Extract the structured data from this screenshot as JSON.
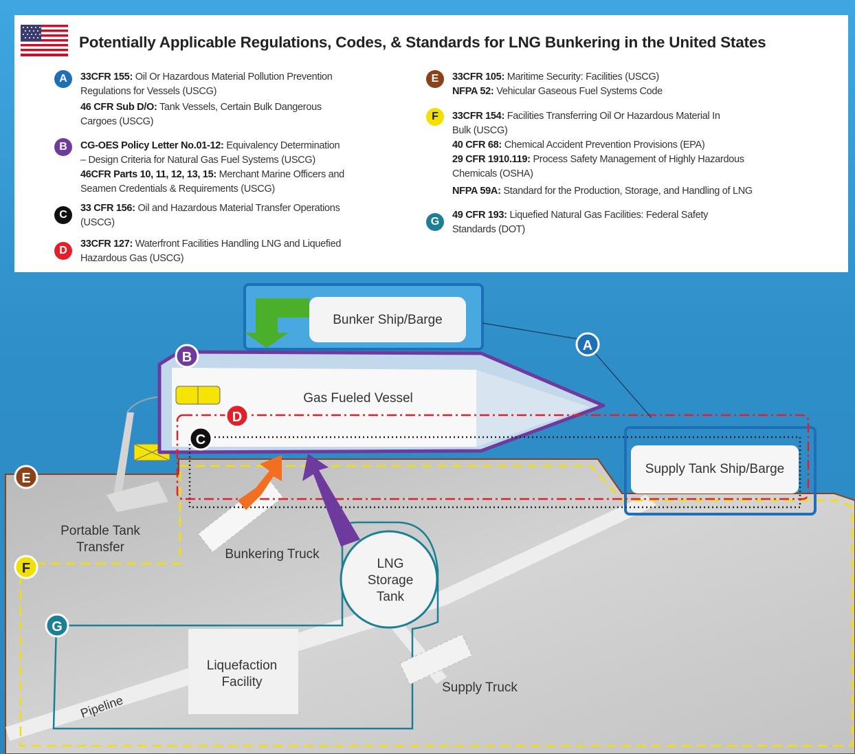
{
  "title": "Potentially Applicable Regulations, Codes, & Standards for LNG Bunkering in the United States",
  "colors": {
    "A": "#1f6fb8",
    "B": "#6f3a9e",
    "C": "#111111",
    "D": "#e3202a",
    "E": "#8b4219",
    "F": "#f1e000",
    "G": "#1b7f96",
    "water": "#3a9ed9",
    "land": "#c9c9c9",
    "orange_arrow": "#f26f21",
    "green_arrow": "#4caf2a"
  },
  "icons": {
    "flag": "us-flag-icon"
  },
  "legend_left": [
    {
      "badge": "A",
      "entries": [
        {
          "code": "33CFR 155:",
          "text": "Oil Or Hazardous Material Pollution Prevention",
          "cont": "Regulations for Vessels (USCG)"
        },
        {
          "code": "46 CFR Sub D/O:",
          "text": "Tank Vessels, Certain Bulk Dangerous",
          "cont": "Cargoes (USCG)"
        }
      ]
    },
    {
      "badge": "B",
      "entries": [
        {
          "code": "CG-OES Policy Letter No.01-12:",
          "text": "Equivalency Determination",
          "cont": "– Design Criteria for Natural Gas Fuel Systems (USCG)"
        },
        {
          "code": "46CFR Parts 10, 11, 12, 13, 15:",
          "text": "Merchant Marine Officers and",
          "cont": "Seamen Credentials & Requirements (USCG)"
        }
      ]
    },
    {
      "badge": "C",
      "entries": [
        {
          "code": "33 CFR 156:",
          "text": "Oil and Hazardous Material Transfer Operations",
          "cont": "(USCG)"
        }
      ]
    },
    {
      "badge": "D",
      "entries": [
        {
          "code": "33CFR 127:",
          "text": "Waterfront Facilities Handling LNG and Liquefied",
          "cont": "Hazardous Gas (USCG)"
        }
      ]
    }
  ],
  "legend_right": [
    {
      "badge": "E",
      "entries": [
        {
          "code": "33CFR 105:",
          "text": "Maritime Security: Facilities (USCG)",
          "cont": ""
        },
        {
          "code": "NFPA 52:",
          "text": "Vehicular Gaseous Fuel Systems Code",
          "cont": ""
        }
      ]
    },
    {
      "badge": "F",
      "entries": [
        {
          "code": "33CFR 154:",
          "text": "Facilities Transferring Oil Or Hazardous Material In",
          "cont": "Bulk (USCG)"
        },
        {
          "code": "40 CFR 68:",
          "text": "Chemical Accident Prevention Provisions (EPA)",
          "cont": ""
        },
        {
          "code": "29 CFR 1910.119:",
          "text": "Process Safety Management of Highly Hazardous",
          "cont": "Chemicals (OSHA)"
        },
        {
          "code": "NFPA 59A:",
          "text": "Standard for the Production, Storage, and Handling of LNG",
          "cont": ""
        }
      ]
    },
    {
      "badge": "G",
      "entries": [
        {
          "code": "49 CFR 193:",
          "text": "Liquefied Natural Gas Facilities: Federal Safety",
          "cont": "Standards (DOT)"
        }
      ]
    }
  ],
  "diagram": {
    "bunker_ship": "Bunker Ship/Barge",
    "gas_fueled_vessel": "Gas Fueled Vessel",
    "supply_tank": "Supply Tank Ship/Barge",
    "portable_tank_line1": "Portable Tank",
    "portable_tank_line2": "Transfer",
    "bunkering_truck": "Bunkering Truck",
    "lng_line1": "LNG",
    "lng_line2": "Storage",
    "lng_line3": "Tank",
    "liquefaction_line1": "Liquefaction",
    "liquefaction_line2": "Facility",
    "supply_truck": "Supply Truck",
    "pipeline": "Pipeline",
    "badges": {
      "A": "A",
      "B": "B",
      "C": "C",
      "D": "D",
      "E": "E",
      "F": "F",
      "G": "G"
    }
  }
}
